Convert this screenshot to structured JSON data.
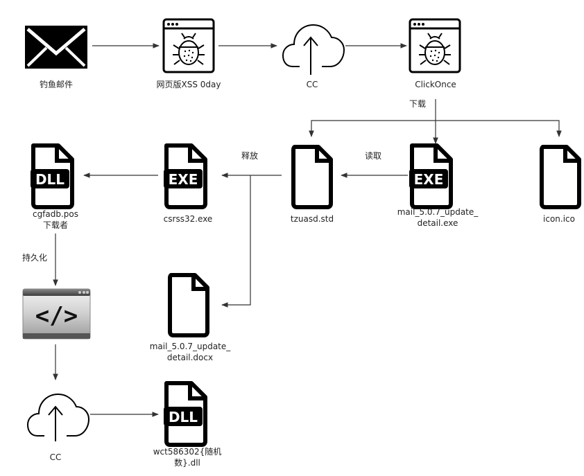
{
  "nodes": {
    "phishing_mail": "钓鱼邮件",
    "web_xss": "网页版XSS 0day",
    "cc_top": "CC",
    "clickonce": "ClickOnce",
    "mail_exe": "mail_5.0.7_update_detail.exe",
    "icon_ico": "icon.ico",
    "tzuasd": "tzuasd.std",
    "csrss32": "csrss32.exe",
    "cgfadb": "cgfadb.pos\n下载者",
    "mail_docx": "mail_5.0.7_update_detail.docx",
    "cc_bottom": "CC",
    "wct_dll": "wct586302{随机数}.dll"
  },
  "edges": {
    "download": "下载",
    "read": "读取",
    "release": "释放",
    "persist": "持久化"
  },
  "icon_text": {
    "exe": "EXE",
    "dll": "DLL",
    "code": "</>"
  }
}
